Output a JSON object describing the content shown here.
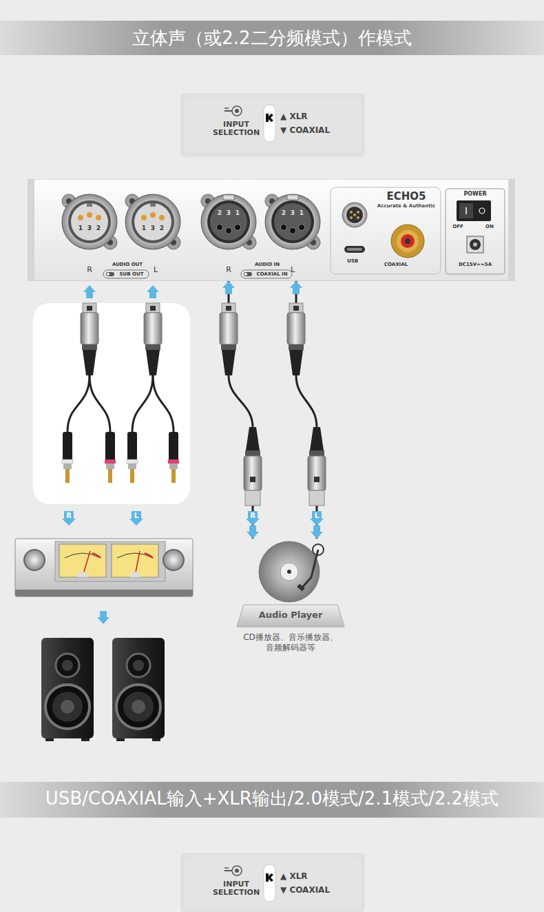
{
  "diagram": {
    "title": "立体声（或2.2二分频模式）作模式",
    "nodes": [
      {
        "text": [
          "INPUT SELECTION",
          "▲ XLR",
          "▼ COAXIAL"
        ]
      },
      {
        "text": [
          "1",
          "3",
          "2",
          "1",
          "3",
          "2",
          "2",
          "3",
          "1",
          "2",
          "3",
          "1",
          "R",
          "AUDIO OUT",
          "SUB OUT",
          "L",
          "R",
          "AUDIO IN",
          "COAXIAL IN",
          "L",
          "ECHO5",
          "Accurate & Authentic",
          "USB",
          "COAXIAL",
          "POWER",
          "OFF",
          "ON",
          "DC15V==5A"
        ]
      },
      {
        "text": [
          "Audio Player",
          "CD播放器、音乐播放器、 音频解码器等"
        ]
      },
      {
        "text": [
          "USB/COAXIAL输入+XLR输出/2.0模式/2.1模式/2.2模式"
        ]
      },
      {
        "text": [
          "INPUT SELECTION",
          "▲ XLR",
          "▼ COAXIAL"
        ]
      }
    ],
    "edges": [
      {
        "from": 2,
        "to": 1,
        "arrow": "both"
      },
      {
        "from": 2,
        "to": 1,
        "arrow": "both"
      }
    ],
    "labels": [
      "R",
      "L",
      "R",
      "L"
    ]
  }
}
